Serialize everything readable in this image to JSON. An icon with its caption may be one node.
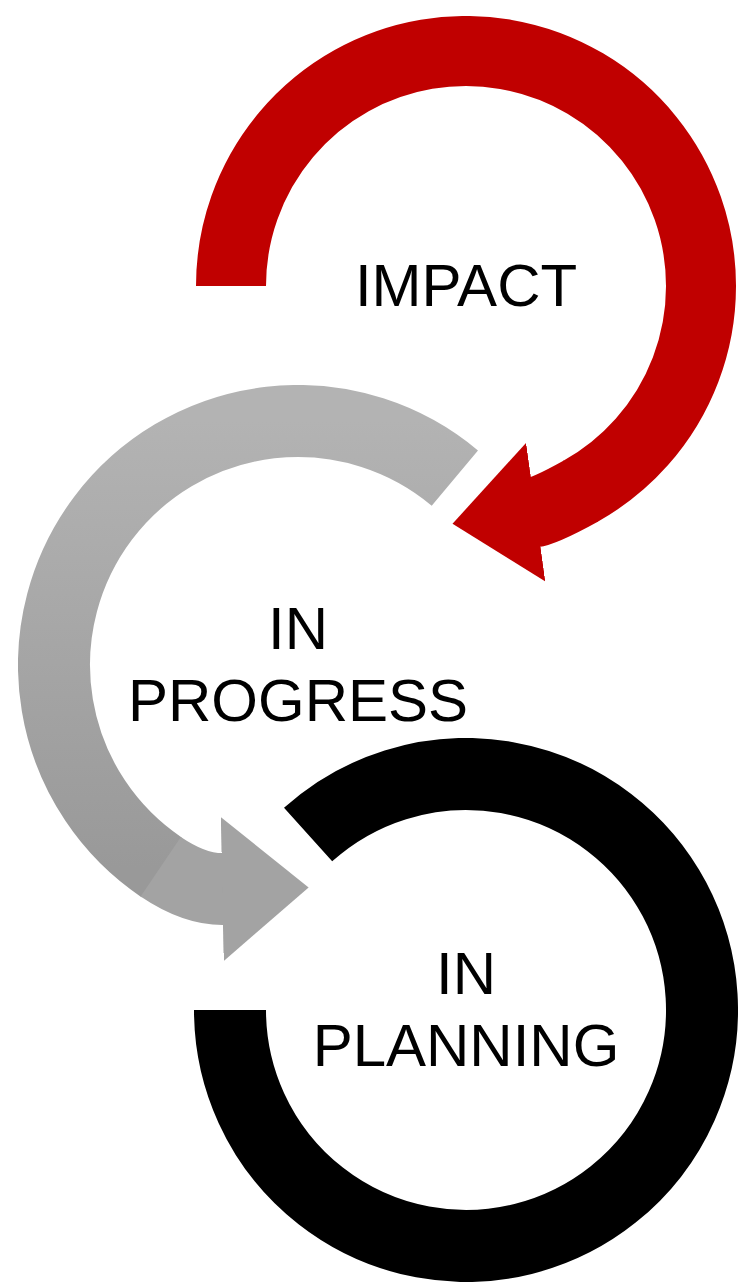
{
  "diagram": {
    "nodes": [
      {
        "text": [
          "IMPACT"
        ]
      },
      {
        "text": [
          "IN PROGRESS"
        ]
      },
      {
        "text": [
          "IN PLANNING"
        ]
      }
    ],
    "edges": [
      {
        "from": 0,
        "to": 1,
        "arrow": "to",
        "color": "#c00000"
      },
      {
        "from": 1,
        "to": 2,
        "arrow": "to",
        "color": "#a3a3a3"
      }
    ]
  }
}
